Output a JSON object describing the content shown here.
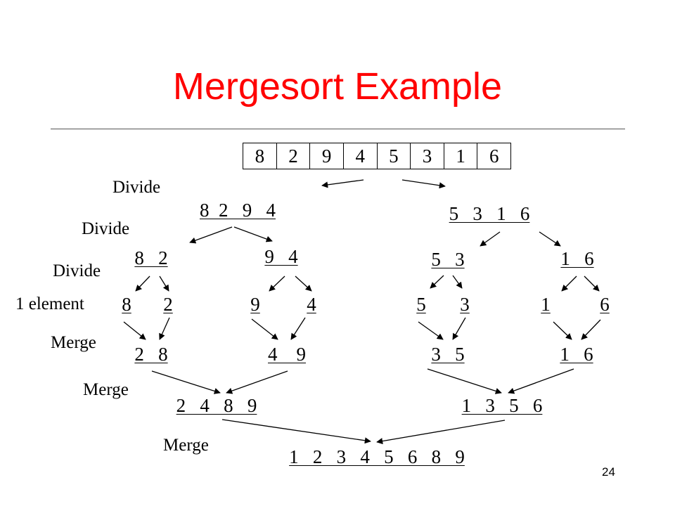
{
  "title": "Mergesort Example",
  "page_number": "24",
  "input_array": [
    "8",
    "2",
    "9",
    "4",
    "5",
    "3",
    "1",
    "6"
  ],
  "labels": {
    "divide_1": "Divide",
    "divide_2": "Divide",
    "divide_3": "Divide",
    "one_element": "1 element",
    "merge_1": "Merge",
    "merge_2": "Merge",
    "merge_3": "Merge"
  },
  "level1": {
    "left": "8  2   9   4",
    "right": "5   3   1   6"
  },
  "level2": {
    "ll": "8   2",
    "lr": "9   4",
    "rl": "5   3",
    "rr": "1   6"
  },
  "singles": [
    "8",
    "2",
    "9",
    "4",
    "5",
    "3",
    "1",
    "6"
  ],
  "merged2": {
    "a": "2   8",
    "b": "4    9",
    "c": "3   5",
    "d": "1   6"
  },
  "merged4": {
    "left": "2   4   8   9",
    "right": "1   3   5   6"
  },
  "result": "1   2   3   4   5   6   8   9"
}
